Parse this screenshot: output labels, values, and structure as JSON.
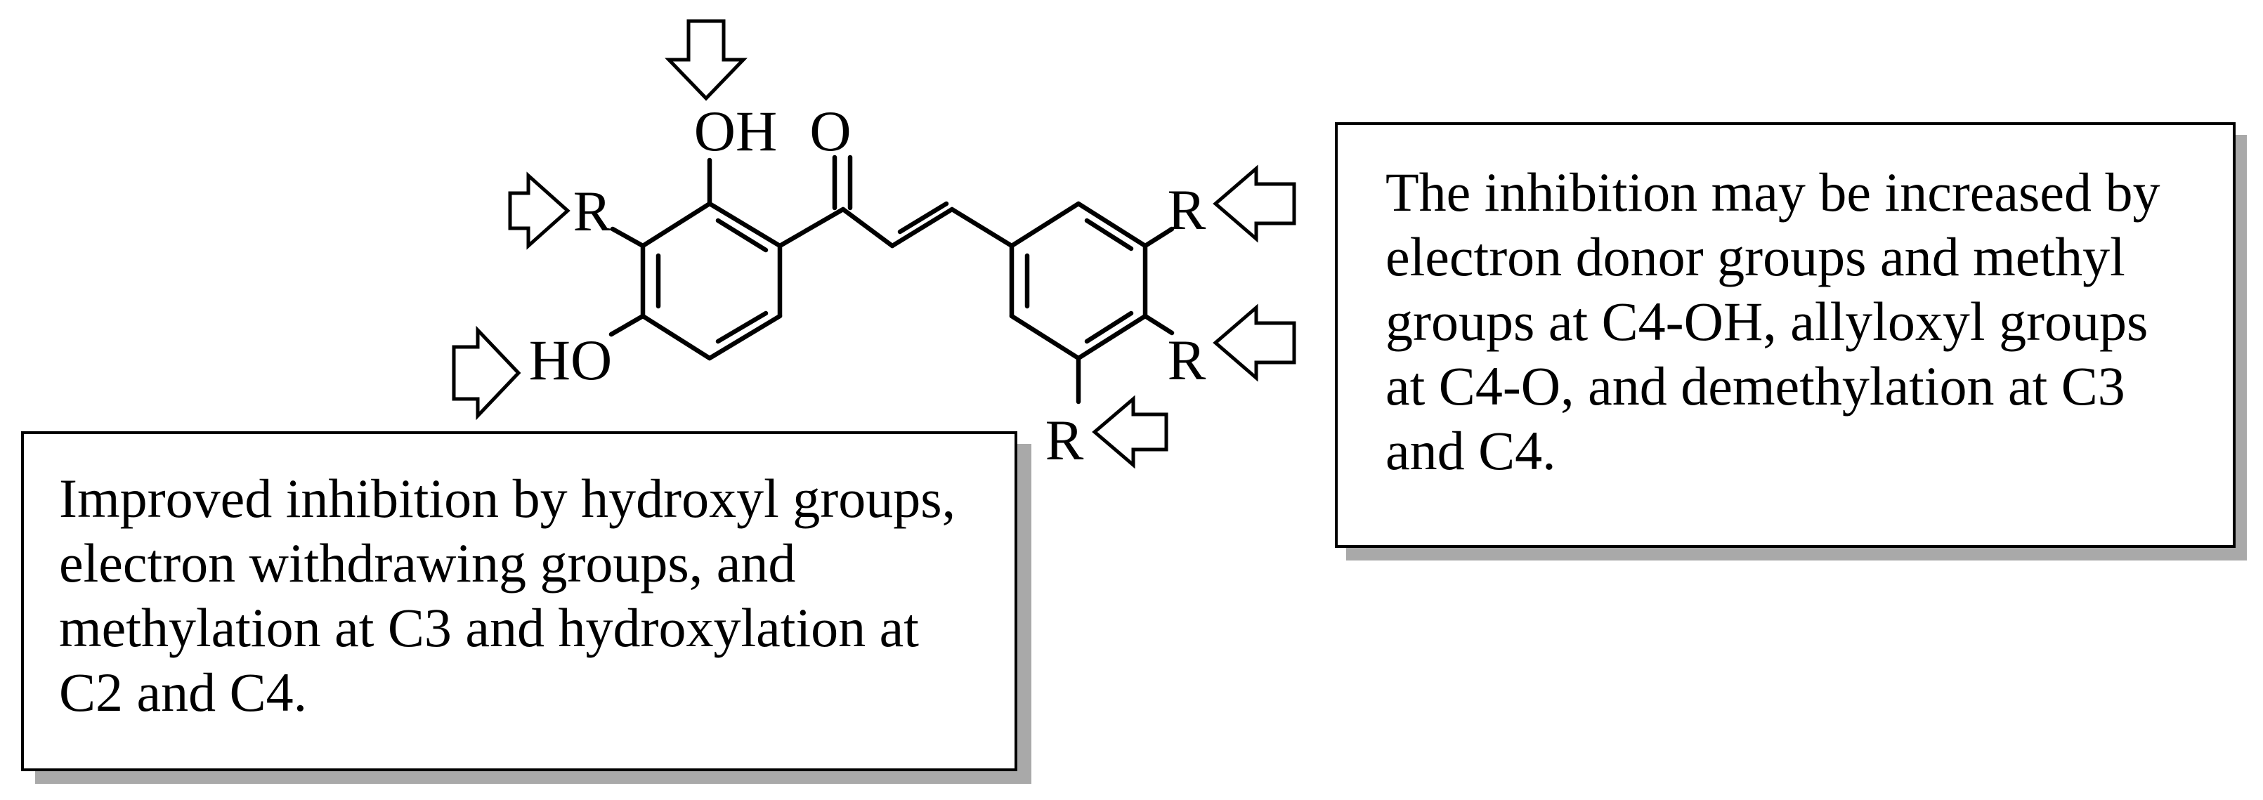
{
  "structure": {
    "atom_labels": {
      "hydroxyl_top": "OH",
      "carbonyl_oxygen": "O",
      "r_left": "R",
      "hydroxyl_left": "HO",
      "r_right_upper": "R",
      "r_right_middle": "R",
      "r_right_lower": "R"
    }
  },
  "notes": {
    "right": {
      "lines": [
        "The inhibition may be increased by",
        "electron donor groups and methyl",
        "groups at C4-OH, allyloxyl groups",
        "at C4-O, and demethylation at C3",
        "and C4."
      ]
    },
    "left": {
      "lines": [
        "Improved inhibition by hydroxyl groups,",
        "electron withdrawing groups, and",
        "methylation at C3 and hydroxylation at",
        "C2 and C4."
      ]
    }
  },
  "colors": {
    "ink": "#000000",
    "background": "#ffffff",
    "box_shadow": "#a9a9a9"
  }
}
